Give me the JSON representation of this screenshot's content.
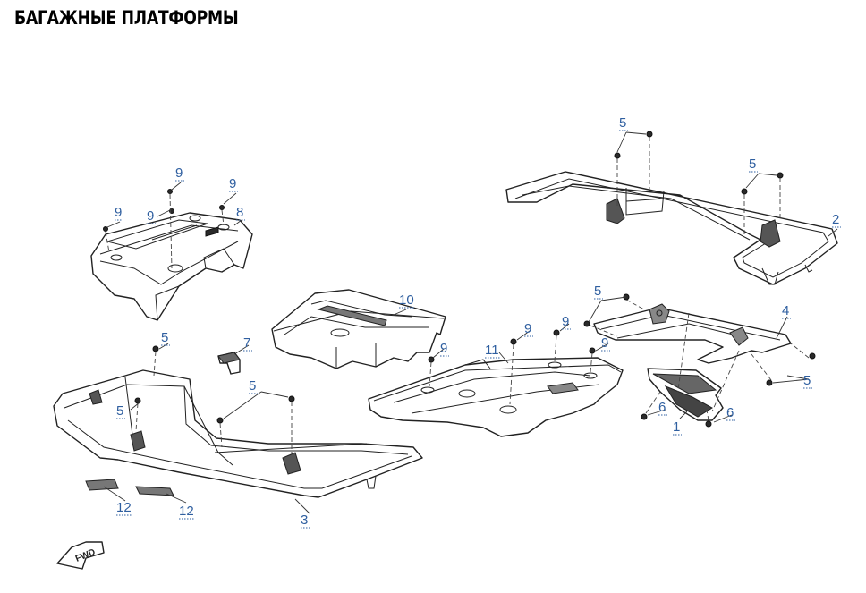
{
  "title": "БАГАЖНЫЕ ПЛАТФОРМЫ",
  "fwd_label": "FWD",
  "callouts": [
    {
      "id": "c5-top",
      "text": "5"
    },
    {
      "id": "c5-rr",
      "text": "5"
    },
    {
      "id": "c2",
      "text": "2"
    },
    {
      "id": "c9-a",
      "text": "9"
    },
    {
      "id": "c9-b",
      "text": "9"
    },
    {
      "id": "c9-c",
      "text": "9"
    },
    {
      "id": "c9-d",
      "text": "9"
    },
    {
      "id": "c8",
      "text": "8"
    },
    {
      "id": "c10",
      "text": "10"
    },
    {
      "id": "c5-m",
      "text": "5"
    },
    {
      "id": "c4",
      "text": "4"
    },
    {
      "id": "c5-fl",
      "text": "5"
    },
    {
      "id": "c7",
      "text": "7"
    },
    {
      "id": "c9-e",
      "text": "9"
    },
    {
      "id": "c9-f",
      "text": "9"
    },
    {
      "id": "c9-g",
      "text": "9"
    },
    {
      "id": "c9-h",
      "text": "9"
    },
    {
      "id": "c11",
      "text": "11"
    },
    {
      "id": "c5-r2",
      "text": "5"
    },
    {
      "id": "c5-fc",
      "text": "5"
    },
    {
      "id": "c5-fs",
      "text": "5"
    },
    {
      "id": "c6-a",
      "text": "6"
    },
    {
      "id": "c1",
      "text": "1"
    },
    {
      "id": "c6-b",
      "text": "6"
    },
    {
      "id": "c12-a",
      "text": "12"
    },
    {
      "id": "c12-b",
      "text": "12"
    },
    {
      "id": "c3",
      "text": "3"
    }
  ],
  "colors": {
    "callout": "#2f5fa0",
    "line": "#222222"
  }
}
